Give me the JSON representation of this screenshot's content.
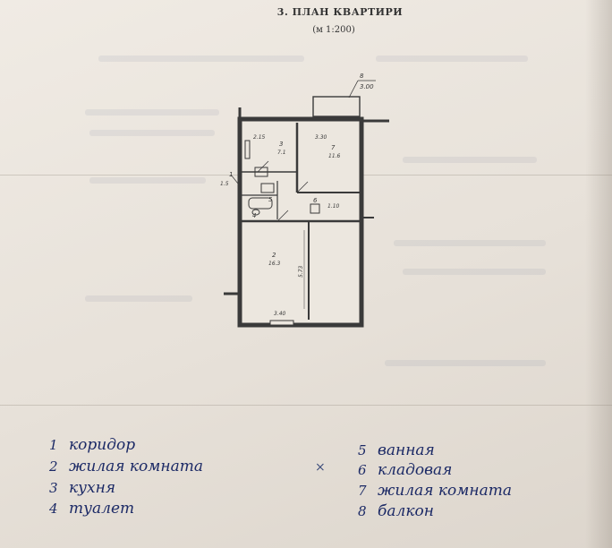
{
  "document": {
    "title": "3. ПЛАН КВАРТИРИ",
    "scale": "(м 1:200)"
  },
  "plan": {
    "dimensions": {
      "balcony_top": "3.00",
      "room_width": "3.30",
      "kitchen_width": "2.15",
      "hall_depth": "1.5",
      "storage_width": "1.10",
      "big_room_length": "5.73",
      "big_room_width": "3.40"
    },
    "room_numbers": {
      "balcony": "8",
      "kitchen": "3",
      "room": "7",
      "corridor": "1",
      "bathroom": "5",
      "toilet": "4",
      "storage": "6",
      "big_room": "2"
    },
    "areas": {
      "kitchen": "7.1",
      "room": "11.6",
      "big_room": "16.3"
    }
  },
  "legend": [
    {
      "num": "1",
      "label": "коридор"
    },
    {
      "num": "2",
      "label": "жилая комната"
    },
    {
      "num": "3",
      "label": "кухня"
    },
    {
      "num": "4",
      "label": "туалет"
    },
    {
      "num": "5",
      "label": "ванная"
    },
    {
      "num": "6",
      "label": "кладовая"
    },
    {
      "num": "7",
      "label": "жилая комната"
    },
    {
      "num": "8",
      "label": "балкон"
    }
  ]
}
